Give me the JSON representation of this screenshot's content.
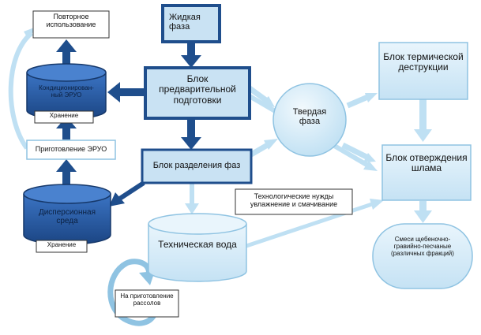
{
  "nodes": {
    "liquid_phase": "Жидкая фаза",
    "reuse": "Повторное использование",
    "preprocessing": "Блок предварительной подготовки",
    "conditioned_eruo": "Кондиционирован-ный ЭРУО",
    "storage_top": "Хранение",
    "preparation_eruo": "Приготовление ЭРУО",
    "phase_separation": "Блок разделения фаз",
    "solid_phase": "Твердая фаза",
    "thermal_destruction": "Блок термической деструкции",
    "sludge_solidification": "Блок отверждения шлама",
    "dispersion_medium": "Дисперсионная среда",
    "storage_bottom": "Хранение",
    "tech_needs": "Технологические нужды увлажнение и смачивание",
    "tech_water": "Техническая вода",
    "mixtures": "Смеси щебеночно-гравийно-песчаные (различных фракций)",
    "brine_prep": "На приготовление рассолов"
  },
  "colors": {
    "dark_blue": "#1f4e8c",
    "mid_blue": "#2e63ad",
    "light_fill": "#dbeef9",
    "light_stroke": "#8fc3e2",
    "box_fill": "#c9e2f3"
  }
}
